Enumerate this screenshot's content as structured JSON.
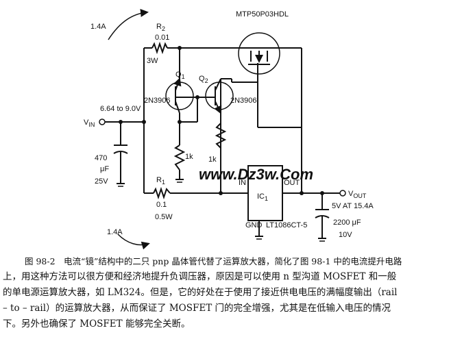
{
  "labels": {
    "current_top": "1.4A",
    "r2_name": "R",
    "r2_sub": "2",
    "r2_value": "0.01",
    "r2_power": "3W",
    "mosfet": "MTP50P03HDL",
    "q1_name": "Q",
    "q1_sub": "1",
    "q2_name": "Q",
    "q2_sub": "2",
    "q1_part": "2N3906",
    "q2_part": "2N3906",
    "vin_range": "6.64 to 9.0V",
    "vin_name": "V",
    "vin_sub": "IN",
    "cin_value": "470",
    "cin_unit": "μF",
    "cin_voltage": "25V",
    "r_left": "1k",
    "r_right": "1k",
    "r1_name": "R",
    "r1_sub": "1",
    "r1_value": "0.1",
    "r1_power": "0.5W",
    "current_bottom": "1.4A",
    "ic_name": "IC",
    "ic_sub": "1",
    "ic_in": "IN",
    "ic_out": "OUT",
    "ic_gnd": "GND",
    "ic_part": "LT1086CT-5",
    "vout_name": "V",
    "vout_sub": "OUT",
    "vout_spec": "5V AT 15.4A",
    "cout_value": "2200 μF",
    "cout_voltage": "10V"
  },
  "watermark": "www.Dz3w.Com",
  "caption": "图 98-2　电流“镜”结构中的二只 pnp 晶体管代替了运算放大器，简化了图 98-1 中的电流提升电路",
  "body_lines": [
    "上，用这种方法可以很方便和经济地提升负调压器，原因是可以使用 n 型沟道 MOSFET 和一般",
    "的单电源运算放大器，如 LM324。但是，它的好处在于使用了接近供电电压的满幅度输出（rail",
    "– to – rail）的运算放大器，从而保证了 MOSFET 门的完全增强，尤其是在低输入电压的情况",
    "下。另外也确保了 MOSFET 能够完全关断。"
  ]
}
